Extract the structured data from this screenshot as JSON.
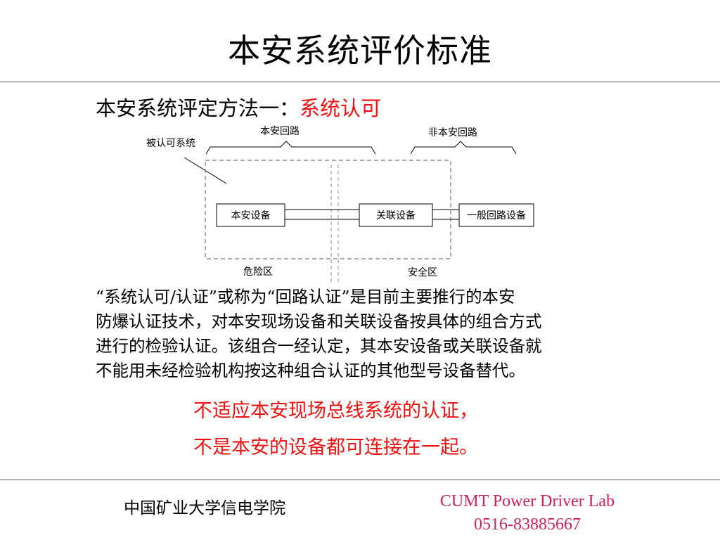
{
  "slide": {
    "title": "本安系统评价标准",
    "subtitle_prefix": "本安系统评定方法一：",
    "subtitle_highlight": "系统认可"
  },
  "diagram": {
    "label_approved_system": "被认可系统",
    "label_is_circuit": "本安回路",
    "label_non_is_circuit": "非本安回路",
    "box_is_device": "本安设备",
    "box_associated_device": "关联设备",
    "box_general_device": "一般回路设备",
    "zone_hazardous": "危险区",
    "zone_safe": "安全区"
  },
  "body": {
    "lines": [
      "“系统认可/认证”或称为“回路认证”是目前主要推行的本安",
      "防爆认证技术，对本安现场设备和关联设备按具体的组合方式",
      "进行的检验认证。该组合一经认定，其本安设备或关联设备就",
      "不能用未经检验机构按这种组合认证的其他型号设备替代。"
    ],
    "conclusion_1": "不适应本安现场总线系统的认证，",
    "conclusion_2": "不是本安的设备都可连接在一起。"
  },
  "footer": {
    "institution": "中国矿业大学信电学院",
    "lab_name": "CUMT Power Driver Lab",
    "lab_phone": "0516-83885667"
  },
  "colors": {
    "accent_red": "#ee1111",
    "footer_pink": "#cc2255",
    "text": "#000000",
    "background": "#ffffff"
  }
}
